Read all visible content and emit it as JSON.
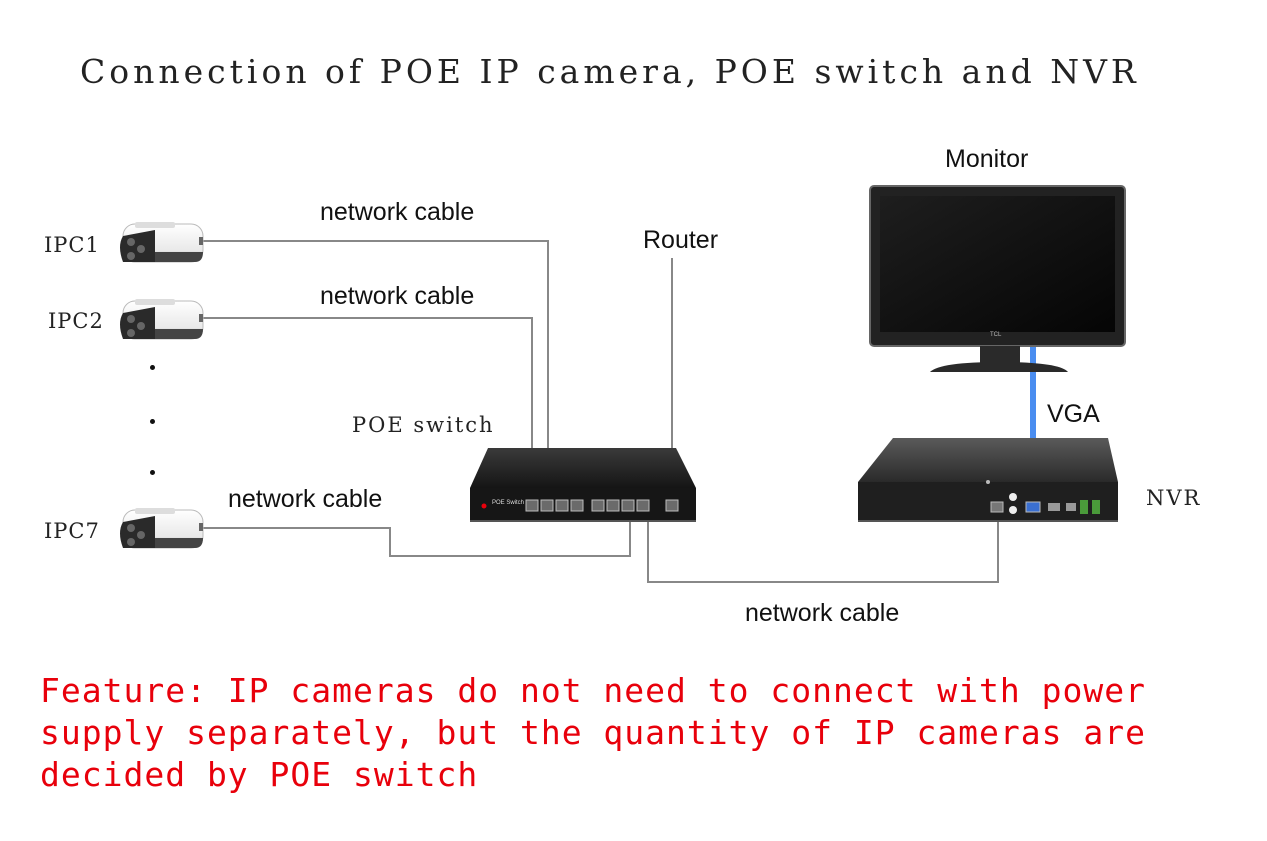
{
  "title": "Connection of POE IP camera, POE switch and NVR",
  "labels": {
    "monitor": "Monitor",
    "router": "Router",
    "poe_switch": "POE switch",
    "nvr": "NVR",
    "vga": "VGA",
    "switch_brand": "POE Switch",
    "monitor_brand": "TCL"
  },
  "cameras": [
    {
      "label": "IPC1"
    },
    {
      "label": "IPC2"
    },
    {
      "label": "IPC7"
    }
  ],
  "cable_labels": [
    "network cable",
    "network cable",
    "network cable",
    "network cable"
  ],
  "note_lines": [
    "Feature: IP cameras do not need to connect with power",
    "supply separately, but the quantity of IP cameras are",
    "decided by POE switch"
  ],
  "colors": {
    "note": "#e8000b",
    "vga_cable": "#4a8df0",
    "network_cable": "#888888"
  }
}
